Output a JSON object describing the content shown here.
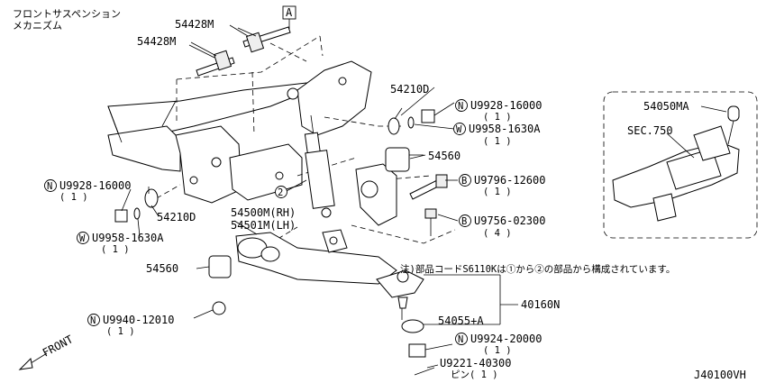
{
  "title": {
    "line1": "フロントサスペンション",
    "line2": "メカニズム"
  },
  "view_marker": "A",
  "parts": {
    "p54428m_top": "54428M",
    "p54428m_left": "54428M",
    "p54210d_right": "54210D",
    "u9928_right": "U9928-16000",
    "u9928_right_qty": "( 1 )",
    "u9958_right": "U9958-1630A",
    "u9958_right_qty": "( 1 )",
    "p54560_right": "54560",
    "u9796": "U9796-12600",
    "u9796_qty": "( 1 )",
    "u9756": "U9756-02300",
    "u9756_qty": "( 4 )",
    "u9928_left": "U9928-16000",
    "u9928_left_qty": "( 1 )",
    "p54210d_left": "54210D",
    "u9958_left": "U9958-1630A",
    "u9958_left_qty": "( 1 )",
    "p54500m": "54500M(RH)",
    "p54501m": "54501M(LH)",
    "p54560_left": "54560",
    "u9940": "U9940-12010",
    "u9940_qty": "( 1 )",
    "p40160n": "40160N",
    "p54055": "54055+A",
    "u9924": "U9924-20000",
    "u9924_qty": "( 1 )",
    "u9221": "U9221-40300",
    "u9221_sub": "ピン( 1 )",
    "p54050ma": "54050MA",
    "sec750": "SEC.750",
    "callout_2": "②"
  },
  "circle_marks": {
    "n": "N",
    "w": "W",
    "b": "B"
  },
  "note": "注)部品コードS6110Kは①から②の部品から構成されています。",
  "front_label": "FRONT",
  "diagram_code": "J40100VH"
}
